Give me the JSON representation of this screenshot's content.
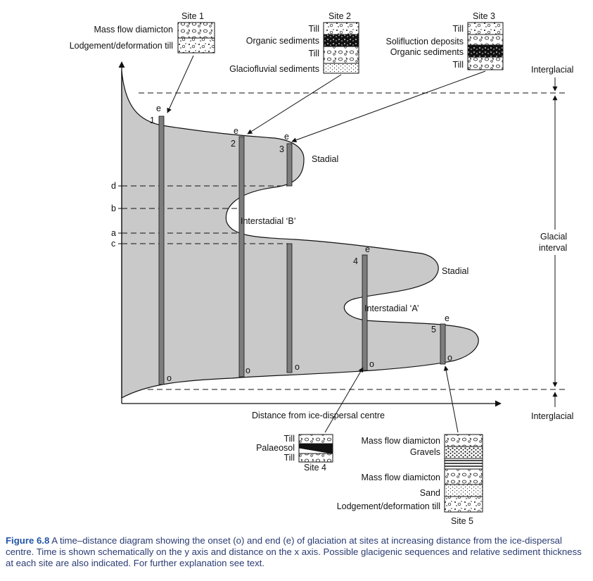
{
  "sites": [
    {
      "name": "Site 1",
      "layers": [
        "Mass flow diamicton",
        "Lodgement/deformation till"
      ]
    },
    {
      "name": "Site 2",
      "layers": [
        "Till",
        "Organic sediments",
        "Till",
        "Glaciofluvial sediments"
      ]
    },
    {
      "name": "Site 3",
      "layers": [
        "Till",
        "Solifluction deposits",
        "Organic sediments",
        "Till"
      ]
    },
    {
      "name": "Site 4",
      "layers": [
        "Till",
        "Palaeosol",
        "Till"
      ]
    },
    {
      "name": "Site 5",
      "layers": [
        "Mass flow diamicton",
        "Gravels",
        "Mass flow diamicton",
        "Sand",
        "Lodgement/deformation till"
      ]
    }
  ],
  "site_numbers": [
    "1",
    "2",
    "3",
    "4",
    "5"
  ],
  "markers": {
    "end": "e",
    "onset": "o"
  },
  "labels": {
    "stadial_upper": "Stadial",
    "interstadial_b": "Interstadial ‘B’",
    "stadial_lower": "Stadial",
    "interstadial_a": "Interstadial ‘A’",
    "interglacial_top": "Interglacial",
    "glacial_interval_line1": "Glacial",
    "glacial_interval_line2": "interval",
    "interglacial_bottom": "Interglacial",
    "x_axis": "Distance from ice-dispersal centre"
  },
  "time_levels": [
    "d",
    "b",
    "a",
    "c"
  ],
  "caption": {
    "figure": "Figure 6.8",
    "text": " A time–distance diagram showing the onset (o) and end (e) of glaciation at sites at increasing distance from the ice-dispersal centre. Time is shown schematically on the y axis and distance on the x axis. Possible glacigenic sequences and relative sediment thickness at each site are also indicated. For further explanation see text."
  }
}
